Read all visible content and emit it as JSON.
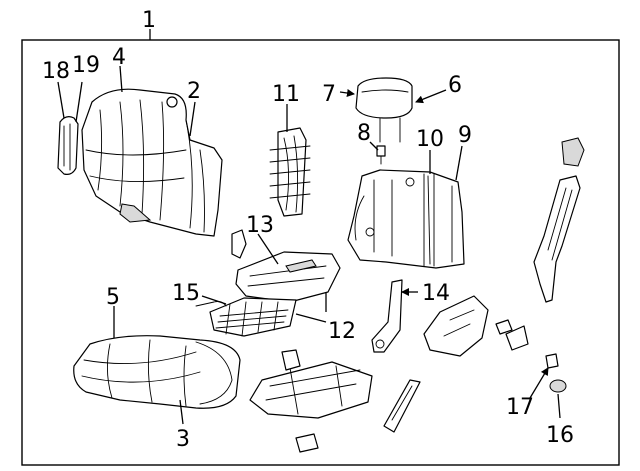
{
  "diagram": {
    "callouts": [
      {
        "id": "1",
        "label": "1"
      },
      {
        "id": "2",
        "label": "2"
      },
      {
        "id": "3",
        "label": "3"
      },
      {
        "id": "4",
        "label": "4"
      },
      {
        "id": "5",
        "label": "5"
      },
      {
        "id": "6",
        "label": "6"
      },
      {
        "id": "7",
        "label": "7"
      },
      {
        "id": "8",
        "label": "8"
      },
      {
        "id": "9",
        "label": "9"
      },
      {
        "id": "10",
        "label": "10"
      },
      {
        "id": "11",
        "label": "11"
      },
      {
        "id": "12",
        "label": "12"
      },
      {
        "id": "13",
        "label": "13"
      },
      {
        "id": "14",
        "label": "14"
      },
      {
        "id": "15",
        "label": "15"
      },
      {
        "id": "16",
        "label": "16"
      },
      {
        "id": "17",
        "label": "17"
      },
      {
        "id": "18",
        "label": "18"
      },
      {
        "id": "19",
        "label": "19"
      }
    ],
    "colors": {
      "line": "#000000",
      "background": "#ffffff",
      "shade": "#d9d9d9"
    }
  }
}
